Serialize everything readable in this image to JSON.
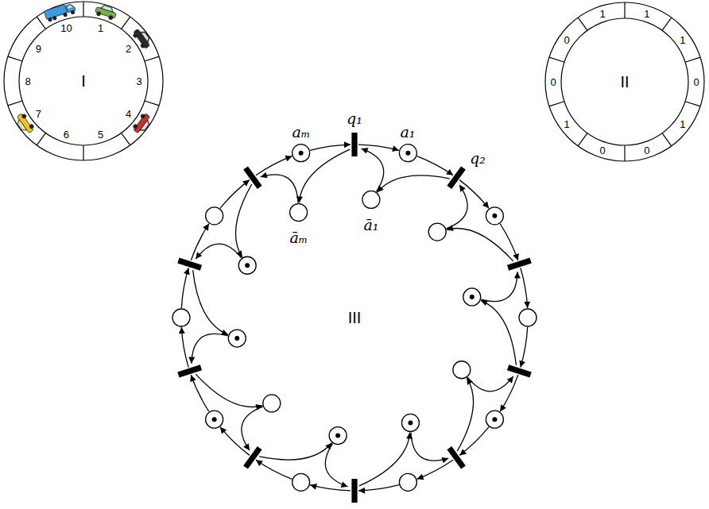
{
  "diagram": {
    "labels": [
      "1",
      "2",
      "3",
      "4",
      "5",
      "6",
      "7",
      "8",
      "9",
      "10",
      "I",
      "1",
      "1",
      "0",
      "1",
      "0",
      "0",
      "1",
      "0",
      "0",
      "1",
      "II",
      "aₘ",
      "q₁",
      "a₁",
      "q₂",
      "āₘ",
      "ā₁",
      "III"
    ]
  }
}
